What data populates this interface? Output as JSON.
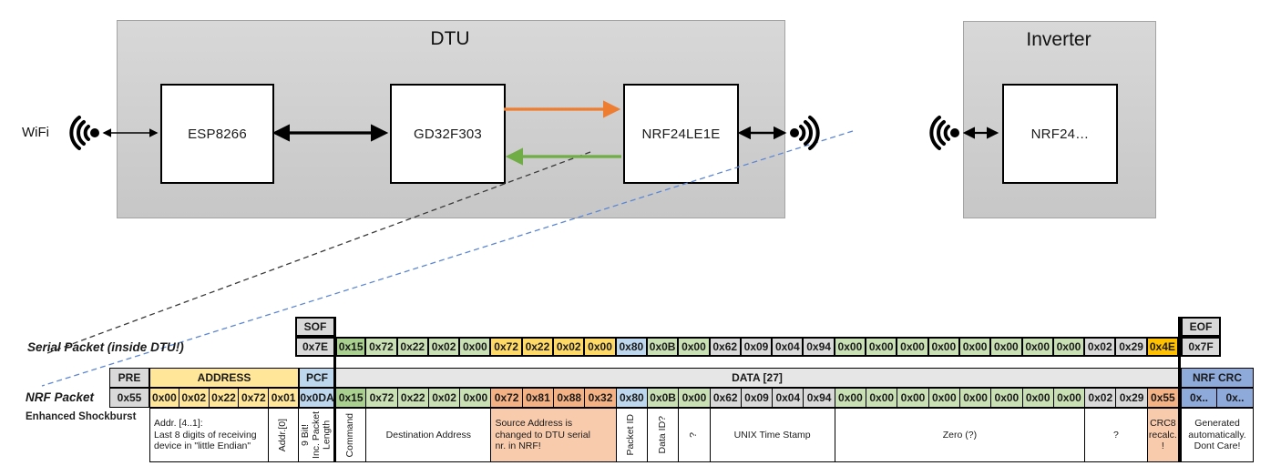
{
  "diagram": {
    "wifi_label": "WiFi",
    "dtu": {
      "title": "DTU",
      "components": [
        "ESP8266",
        "GD32F303",
        "NRF24LE1E"
      ]
    },
    "inverter": {
      "title": "Inverter",
      "component": "NRF24…"
    },
    "colors": {
      "orange_arrow": "#ED7D31",
      "green_arrow": "#70AD47",
      "blue_dashed": "#5d87d3",
      "black_dashed": "#3a3a3a"
    }
  },
  "serial_packet": {
    "label": "Serial Packet (inside DTU!)",
    "sof": {
      "header": "SOF",
      "value": "0x7E"
    },
    "eof": {
      "header": "EOF",
      "value": "0x7F"
    },
    "bytes": [
      {
        "v": "0x15",
        "c": "green1"
      },
      {
        "v": "0x72",
        "c": "green2"
      },
      {
        "v": "0x22",
        "c": "green2"
      },
      {
        "v": "0x02",
        "c": "green2"
      },
      {
        "v": "0x00",
        "c": "green2"
      },
      {
        "v": "0x72",
        "c": "gold",
        "b": true
      },
      {
        "v": "0x22",
        "c": "gold",
        "b": true
      },
      {
        "v": "0x02",
        "c": "gold",
        "b": true
      },
      {
        "v": "0x00",
        "c": "gold",
        "b": true
      },
      {
        "v": "0x80",
        "c": "blue"
      },
      {
        "v": "0x0B",
        "c": "green2"
      },
      {
        "v": "0x00",
        "c": "green2"
      },
      {
        "v": "0x62",
        "c": "grey"
      },
      {
        "v": "0x09",
        "c": "grey"
      },
      {
        "v": "0x04",
        "c": "grey"
      },
      {
        "v": "0x94",
        "c": "grey"
      },
      {
        "v": "0x00",
        "c": "green2"
      },
      {
        "v": "0x00",
        "c": "green2"
      },
      {
        "v": "0x00",
        "c": "green2"
      },
      {
        "v": "0x00",
        "c": "green2"
      },
      {
        "v": "0x00",
        "c": "green2"
      },
      {
        "v": "0x00",
        "c": "green2"
      },
      {
        "v": "0x00",
        "c": "green2"
      },
      {
        "v": "0x00",
        "c": "green2"
      },
      {
        "v": "0x02",
        "c": "grey"
      },
      {
        "v": "0x29",
        "c": "grey"
      },
      {
        "v": "0x4E",
        "c": "orange",
        "b": true
      }
    ]
  },
  "nrf_packet": {
    "label": "NRF Packet",
    "sublabel": "Enhanced Shockburst",
    "pre": {
      "header": "PRE",
      "value": "0x55"
    },
    "address": {
      "header": "ADDRESS",
      "values": [
        "0x00",
        "0x02",
        "0x22",
        "0x72",
        "0x01"
      ]
    },
    "pcf": {
      "header": "PCF",
      "value": "0x0DA"
    },
    "data_header": "DATA [27]",
    "bytes": [
      {
        "v": "0x15",
        "c": "green1"
      },
      {
        "v": "0x72",
        "c": "green2"
      },
      {
        "v": "0x22",
        "c": "green2"
      },
      {
        "v": "0x02",
        "c": "green2"
      },
      {
        "v": "0x00",
        "c": "green2"
      },
      {
        "v": "0x72",
        "c": "salmon",
        "b": true
      },
      {
        "v": "0x81",
        "c": "salmon",
        "b": true
      },
      {
        "v": "0x88",
        "c": "salmon",
        "b": true
      },
      {
        "v": "0x32",
        "c": "salmon",
        "b": true
      },
      {
        "v": "0x80",
        "c": "blue"
      },
      {
        "v": "0x0B",
        "c": "green2"
      },
      {
        "v": "0x00",
        "c": "green2"
      },
      {
        "v": "0x62",
        "c": "grey"
      },
      {
        "v": "0x09",
        "c": "grey"
      },
      {
        "v": "0x04",
        "c": "grey"
      },
      {
        "v": "0x94",
        "c": "grey"
      },
      {
        "v": "0x00",
        "c": "green2"
      },
      {
        "v": "0x00",
        "c": "green2"
      },
      {
        "v": "0x00",
        "c": "green2"
      },
      {
        "v": "0x00",
        "c": "green2"
      },
      {
        "v": "0x00",
        "c": "green2"
      },
      {
        "v": "0x00",
        "c": "green2"
      },
      {
        "v": "0x00",
        "c": "green2"
      },
      {
        "v": "0x00",
        "c": "green2"
      },
      {
        "v": "0x02",
        "c": "grey"
      },
      {
        "v": "0x29",
        "c": "grey"
      },
      {
        "v": "0x55",
        "c": "salmon",
        "b": true
      }
    ],
    "crc": {
      "header": "NRF CRC",
      "values": [
        "0x..",
        "0x.."
      ]
    },
    "annotations": [
      {
        "text": "Addr. [4..1]:\nLast 8 digits of receiving\ndevice in \"little Endian\"",
        "w": 131.2,
        "align": "left"
      },
      {
        "text": "Addr.[0]",
        "w": 32.8,
        "vert": true
      },
      {
        "text": "9 Bit!\nInc. Packet\nLength",
        "w": 40,
        "vert": true
      },
      {
        "text": "Command",
        "w": 34.3,
        "vert": true
      },
      {
        "text": "Destination Address",
        "w": 137.2
      },
      {
        "text": "Source Address is\nchanged to DTU serial\nnr. in NRF!",
        "w": 137.2,
        "fill": "salmonlight",
        "align": "left"
      },
      {
        "text": "Packet ID",
        "w": 34.3,
        "vert": true
      },
      {
        "text": "Data ID?",
        "w": 34.3,
        "vert": true
      },
      {
        "text": "?",
        "w": 34.3,
        "vert": true
      },
      {
        "text": "UNIX Time Stamp",
        "w": 137.2
      },
      {
        "text": "Zero (?)",
        "w": 274.4
      },
      {
        "text": "?",
        "w": 68.6
      },
      {
        "text": "CRC8\nrecalc.\n!",
        "w": 34.3,
        "fill": "salmonlight"
      },
      {
        "text": "Generated\nautomatically.\nDont Care!",
        "w": 80,
        "gap": true
      }
    ]
  }
}
